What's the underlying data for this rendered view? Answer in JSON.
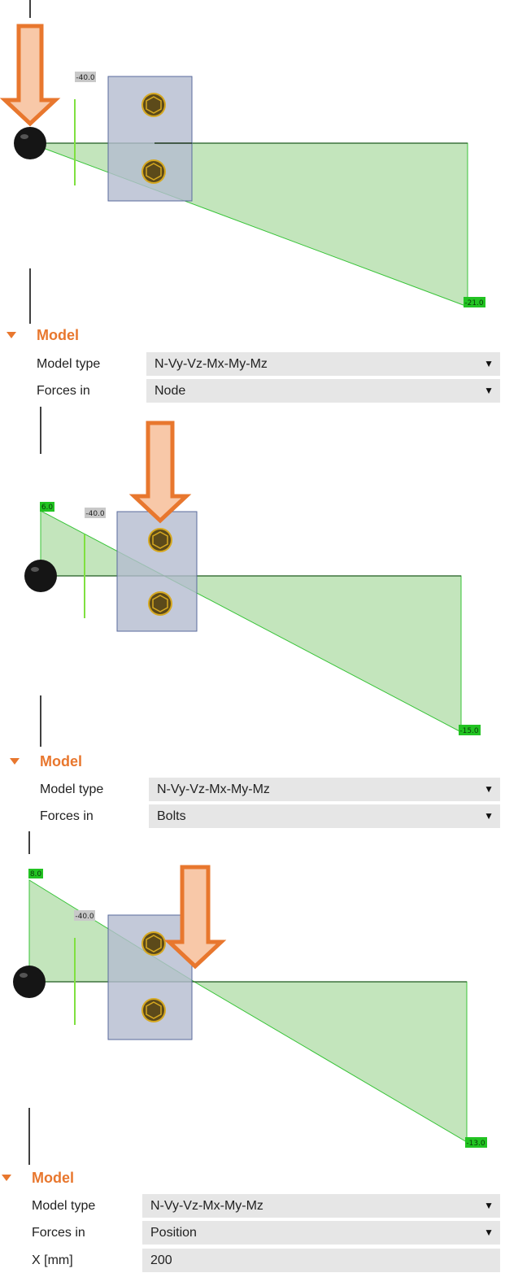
{
  "colors": {
    "accent": "#e8772e",
    "arrow_fill": "#f8c8a8",
    "diagram_fill": "#b8e0b0",
    "diagram_stroke": "#39c439",
    "plate_fill": "#b4bccf",
    "plate_stroke": "#5a6a9c",
    "bolt_fill": "#5c4a1a",
    "bolt_ring": "#d6a820",
    "field_bg": "#e6e6e6"
  },
  "panels": [
    {
      "diagram": {
        "labels": {
          "top_left": "",
          "grey": "-40.0",
          "bottom_right": "-21.0"
        }
      },
      "model": {
        "title": "Model",
        "rows": [
          {
            "label": "Model type",
            "value": "N-Vy-Vz-Mx-My-Mz",
            "dropdown": true
          },
          {
            "label": "Forces in",
            "value": "Node",
            "dropdown": true
          }
        ]
      }
    },
    {
      "diagram": {
        "labels": {
          "top_left": "6.0",
          "grey": "-40.0",
          "bottom_right": "-15.0"
        }
      },
      "model": {
        "title": "Model",
        "rows": [
          {
            "label": "Model type",
            "value": "N-Vy-Vz-Mx-My-Mz",
            "dropdown": true
          },
          {
            "label": "Forces in",
            "value": "Bolts",
            "dropdown": true
          }
        ]
      }
    },
    {
      "diagram": {
        "labels": {
          "top_left": "8.0",
          "grey": "-40.0",
          "bottom_right": "-13.0"
        }
      },
      "model": {
        "title": "Model",
        "rows": [
          {
            "label": "Model type",
            "value": "N-Vy-Vz-Mx-My-Mz",
            "dropdown": true
          },
          {
            "label": "Forces in",
            "value": "Position",
            "dropdown": true
          },
          {
            "label": "X [mm]",
            "value": "200",
            "dropdown": false
          }
        ]
      }
    }
  ],
  "icons": {
    "caret": "▼",
    "collapse": "collapse-triangle-icon",
    "force_arrow": "down-arrow-icon",
    "node": "node-ball-icon",
    "bolt": "bolt-hex-icon"
  }
}
